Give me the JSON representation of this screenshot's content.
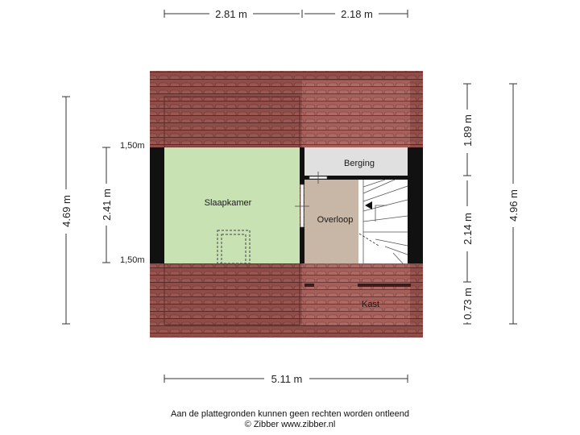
{
  "dimensions": {
    "top_left": "2.81 m",
    "top_right": "2.18 m",
    "bottom": "5.11 m",
    "left_outer": "4.69 m",
    "left_inner": "2.41 m",
    "right_top": "1.89 m",
    "right_mid": "2.14 m",
    "right_bottom": "0.73 m",
    "right_outer": "4.96 m"
  },
  "levels": {
    "upper": "1,50m",
    "lower": "1,50m"
  },
  "rooms": {
    "slaapkamer": "Slaapkamer",
    "berging": "Berging",
    "overloop": "Overloop",
    "kast": "Kast"
  },
  "footer": {
    "disclaimer": "Aan de plattegronden kunnen geen rechten worden ontleend",
    "copyright": "© Zibber www.zibber.nl"
  },
  "colors": {
    "roof": "#8e4d48",
    "roof_light": "#a5605b",
    "roof_line": "#5a2a26",
    "slaapkamer": "#c8e2b4",
    "berging": "#e0e0e0",
    "overloop": "#c8b7a6",
    "wall": "#111111"
  }
}
